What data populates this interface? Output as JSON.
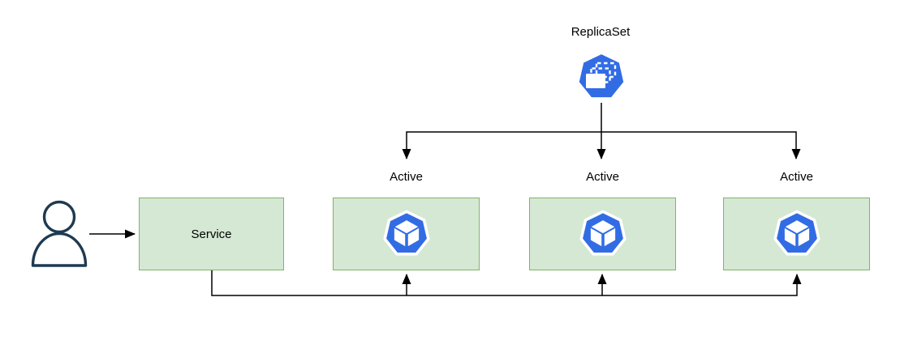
{
  "replicaset": {
    "label": "ReplicaSet",
    "icon": "replicaset-icon"
  },
  "service": {
    "label": "Service"
  },
  "pods": [
    {
      "label": "Active",
      "icon": "pod-icon"
    },
    {
      "label": "Active",
      "icon": "pod-icon"
    },
    {
      "label": "Active",
      "icon": "pod-icon"
    }
  ],
  "actor": {
    "name": "user",
    "icon": "person-icon"
  },
  "edges": [
    {
      "from": "user",
      "to": "service"
    },
    {
      "from": "replicaset",
      "to": "pod-1"
    },
    {
      "from": "replicaset",
      "to": "pod-2"
    },
    {
      "from": "replicaset",
      "to": "pod-3"
    },
    {
      "from": "service",
      "to": "pod-1"
    },
    {
      "from": "service",
      "to": "pod-2"
    },
    {
      "from": "service",
      "to": "pod-3"
    }
  ],
  "colors": {
    "node_fill": "#d5e8d4",
    "node_stroke": "#82b366",
    "kubernetes_blue": "#326ce5",
    "icon_detail": "#ffffff",
    "person_stroke": "#1f3a52",
    "connector": "#000000",
    "label_text": "#000000",
    "background": "#ffffff"
  }
}
